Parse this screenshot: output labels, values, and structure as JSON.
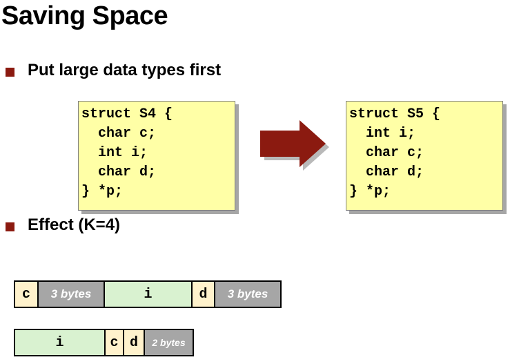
{
  "title": "Saving Space",
  "bullets": [
    "Put large data types first",
    "Effect (K=4)"
  ],
  "colors": {
    "bullet": "#8b1a10",
    "arrow": "#8b1a10",
    "code_bg": "#ffffa6",
    "char_cell": "#fff2cc",
    "int_cell": "#d9f2d0",
    "padding_cell": "#a6a6a6"
  },
  "struct_s4": [
    "struct S4 {",
    "  char c;",
    "  int i;",
    "  char d;",
    "} *p;"
  ],
  "struct_s5": [
    "struct S5 {",
    "  int i;",
    "  char c;",
    "  char d;",
    "} *p;"
  ],
  "layout_s4": [
    {
      "label": "c",
      "kind": "char"
    },
    {
      "label": "3 bytes",
      "kind": "padding"
    },
    {
      "label": "i",
      "kind": "int"
    },
    {
      "label": "d",
      "kind": "char"
    },
    {
      "label": "3 bytes",
      "kind": "padding"
    }
  ],
  "layout_s5": [
    {
      "label": "i",
      "kind": "int"
    },
    {
      "label": "c",
      "kind": "char"
    },
    {
      "label": "d",
      "kind": "char"
    },
    {
      "label": "2 bytes",
      "kind": "padding"
    }
  ]
}
